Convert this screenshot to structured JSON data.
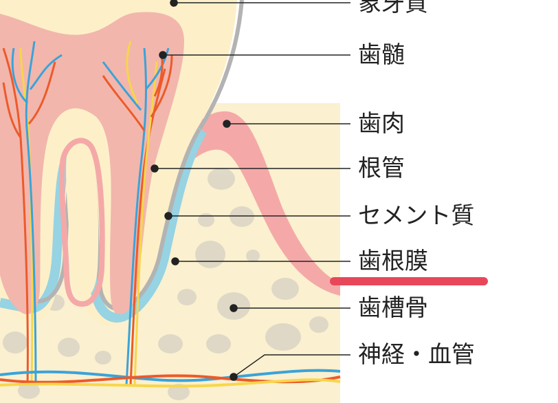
{
  "labels": {
    "enamel": "象牙質",
    "pulp": "歯髄",
    "gum": "歯肉",
    "root_canal": "根管",
    "cementum": "セメント質",
    "periodontal_ligament": "歯根膜",
    "alveolar_bone": "歯槽骨",
    "nerve_vessel": "神経・血管"
  },
  "colors": {
    "background": "#ffffff",
    "dentin": "#fdf0c8",
    "pulp": "#f2b6ad",
    "gum": "#f4a9a8",
    "bone": "#fbf0cf",
    "bone_spots": "#dcd6c6",
    "cementum": "#96d3e3",
    "enamel_edge": "#b3b3b3",
    "nerve_red": "#ec5a2a",
    "vessel_blue": "#3aa3d8",
    "nerve_yellow": "#f7d64a",
    "highlight": "#e8475a",
    "leader": "#222222"
  }
}
